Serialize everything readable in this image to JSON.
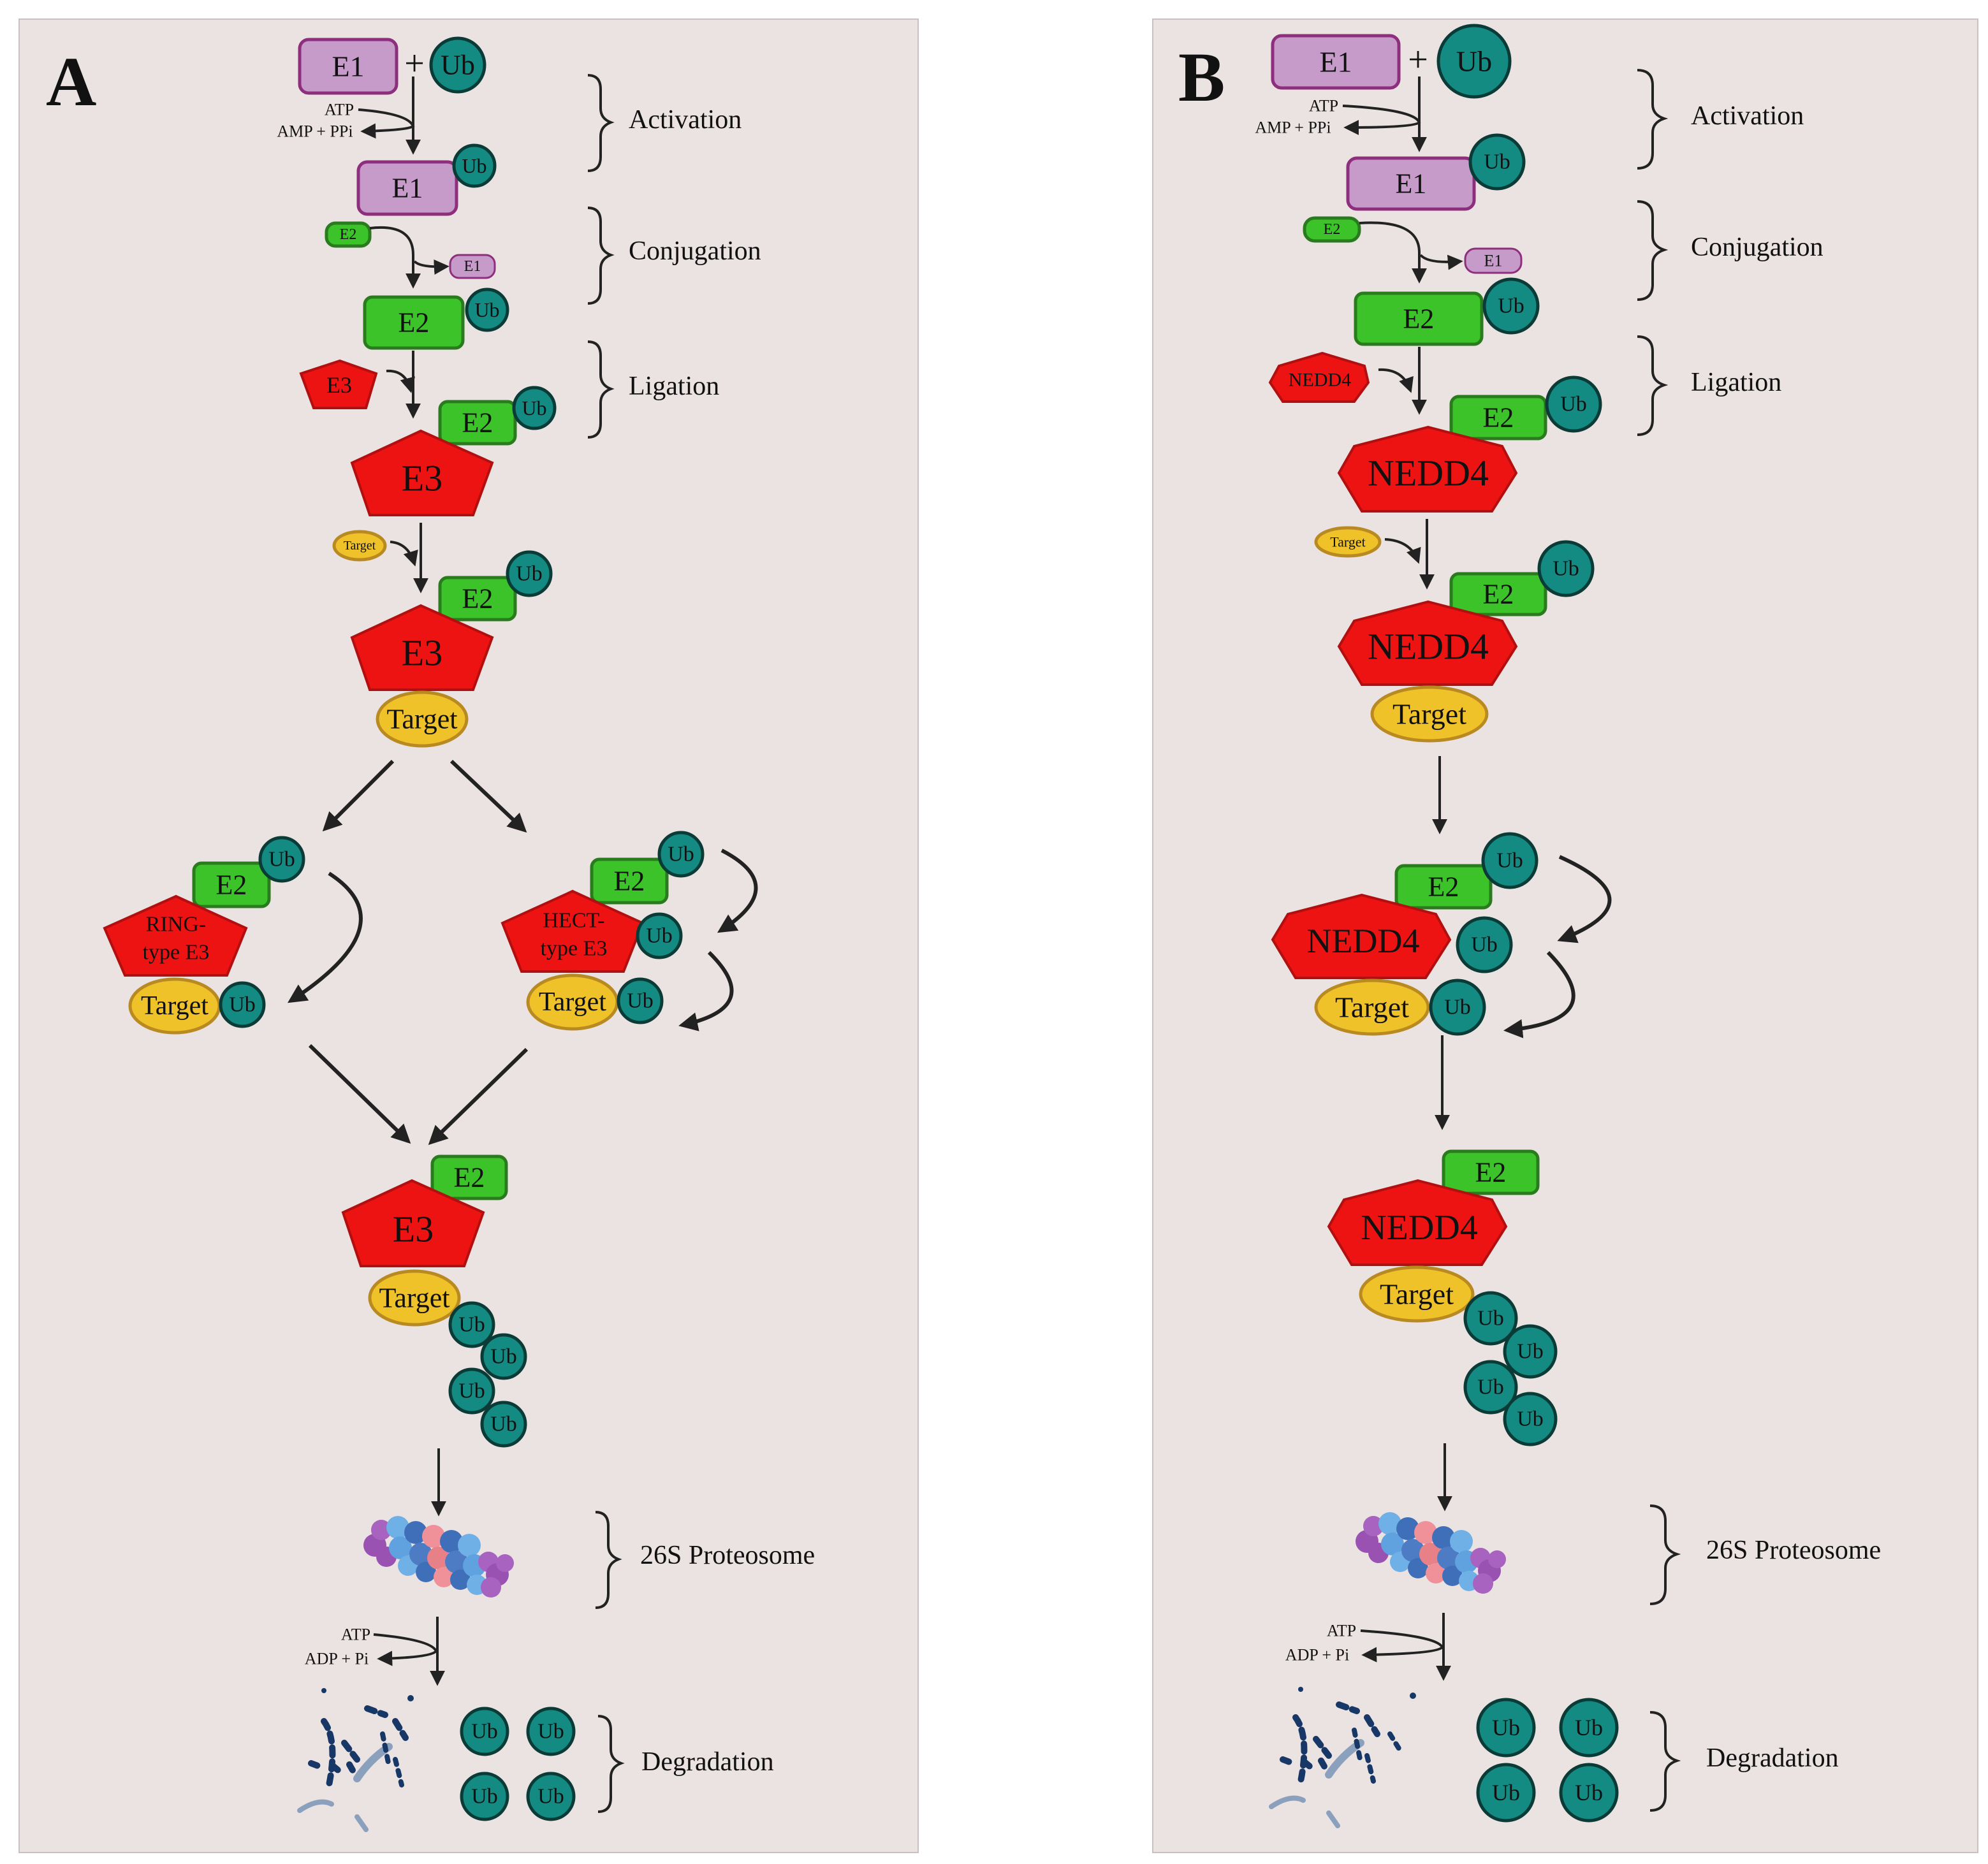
{
  "panels": [
    {
      "letter": "A",
      "top": {
        "e1": "E1",
        "plus": "+",
        "ub": "Ub",
        "atp": "ATP",
        "amp": "AMP + PPi"
      },
      "stages": {
        "activation": "Activation",
        "conjugation": "Conjugation",
        "ligation": "Ligation",
        "proteasome": "26S Proteosome",
        "degradation": "Degradation"
      },
      "labels": {
        "e1": "E1",
        "e2": "E2",
        "e3": "E3",
        "ub": "Ub",
        "target": "Target",
        "ring_1": "RING-",
        "ring_2": "type E3",
        "hect_1": "HECT-",
        "hect_2": "type E3",
        "atp2": "ATP",
        "adp": "ADP + Pi"
      }
    },
    {
      "letter": "B",
      "top": {
        "e1": "E1",
        "plus": "+",
        "ub": "Ub",
        "atp": "ATP",
        "amp": "AMP + PPi"
      },
      "stages": {
        "activation": "Activation",
        "conjugation": "Conjugation",
        "ligation": "Ligation",
        "proteasome": "26S Proteosome",
        "degradation": "Degradation"
      },
      "labels": {
        "e1": "E1",
        "e2": "E2",
        "e3": "NEDD4",
        "ub": "Ub",
        "target": "Target",
        "atp2": "ATP",
        "adp": "ADP + Pi"
      }
    }
  ],
  "colors": {
    "background": "#ebe3e2",
    "e1": "#c69bc9",
    "ub": "#138a82",
    "e2": "#3cc32a",
    "e3": "#ee1313",
    "target": "#f0c22a"
  }
}
